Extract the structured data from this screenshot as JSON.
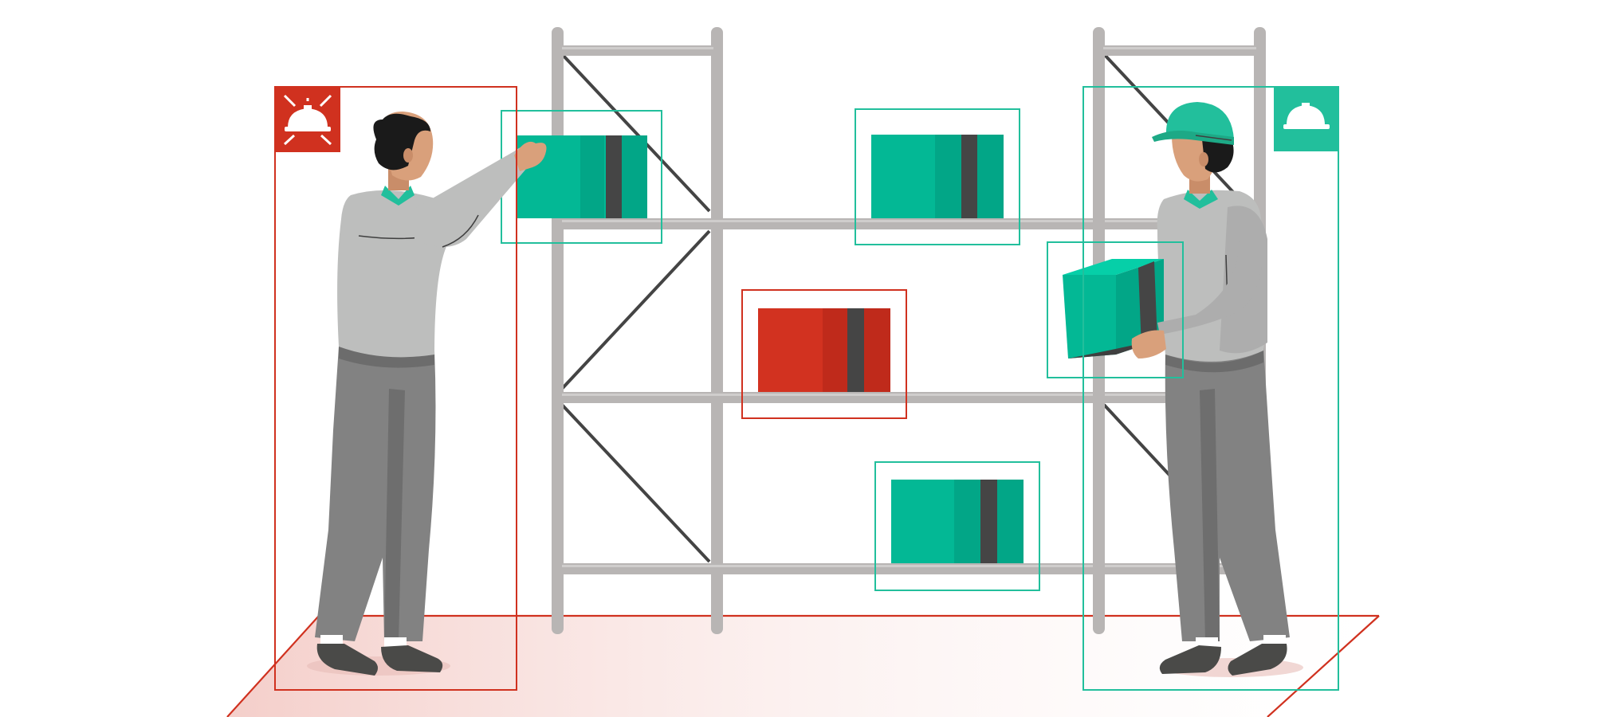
{
  "colors": {
    "alert_red": "#d0311f",
    "safe_teal": "#22bf9c",
    "shelf_gray": "#b8b5b4",
    "box_teal": "#03b895",
    "box_red": "#d23220",
    "shirt_gray": "#bdbebd",
    "pants_gray": "#828282",
    "skin": "#d9a07b",
    "hair": "#1a1a1a"
  },
  "icons": {
    "no_helmet_alert": "hard-hat-warning-icon",
    "helmet_ok": "hard-hat-icon"
  },
  "scene": {
    "workers": [
      {
        "helmet_detected": false,
        "status": "alert"
      },
      {
        "helmet_detected": true,
        "status": "ok"
      }
    ],
    "boxes": [
      {
        "status": "ok"
      },
      {
        "status": "ok"
      },
      {
        "status": "alert"
      },
      {
        "status": "ok"
      },
      {
        "status": "ok"
      }
    ]
  }
}
